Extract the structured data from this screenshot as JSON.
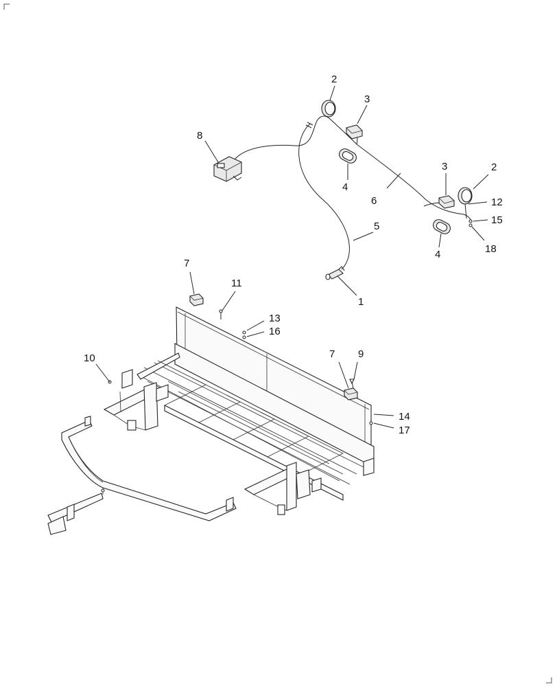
{
  "callouts": {
    "c1": "1",
    "c2a": "2",
    "c2b": "2",
    "c3a": "3",
    "c3b": "3",
    "c4a": "4",
    "c4b": "4",
    "c5": "5",
    "c6": "6",
    "c7a": "7",
    "c7b": "7",
    "c8": "8",
    "c9": "9",
    "c10": "10",
    "c11": "11",
    "c12": "12",
    "c13": "13",
    "c14": "14",
    "c15": "15",
    "c16": "16",
    "c17": "17",
    "c18": "18"
  }
}
